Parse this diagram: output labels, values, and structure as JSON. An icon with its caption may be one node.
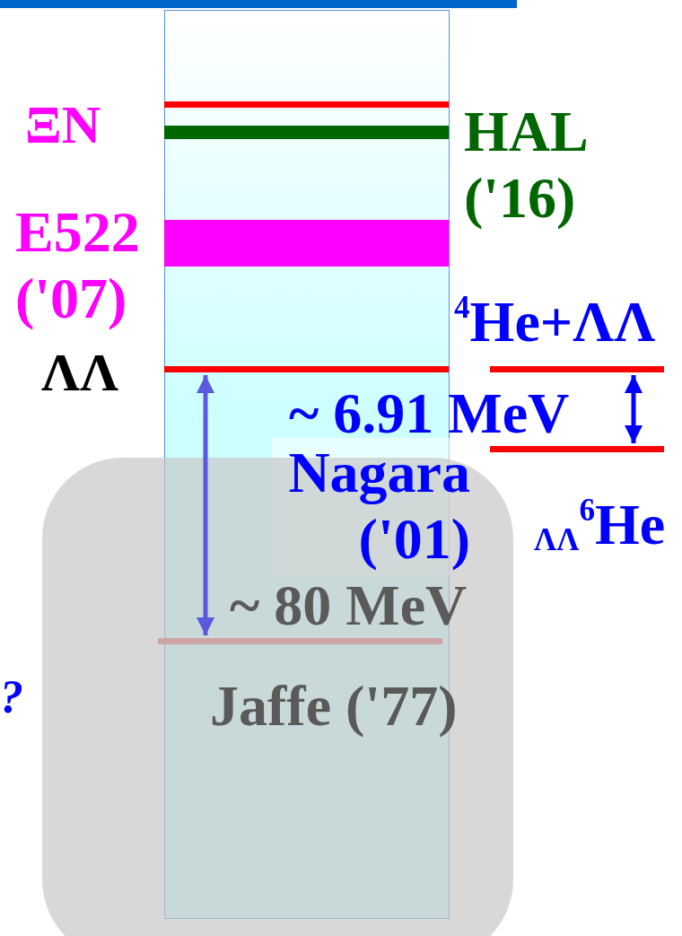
{
  "diagram": {
    "labels": [
      "ΞN",
      "HAL ('16)",
      "E522 ('07)",
      "$^{4}$He+ΛΛ",
      "ΛΛ",
      "~ 6.91 MeV",
      "Nagara ('01)",
      "$_{ΛΛ}$$^{6}$He",
      "~ 80 MeV",
      "?",
      "Jaffe ('77)"
    ]
  }
}
